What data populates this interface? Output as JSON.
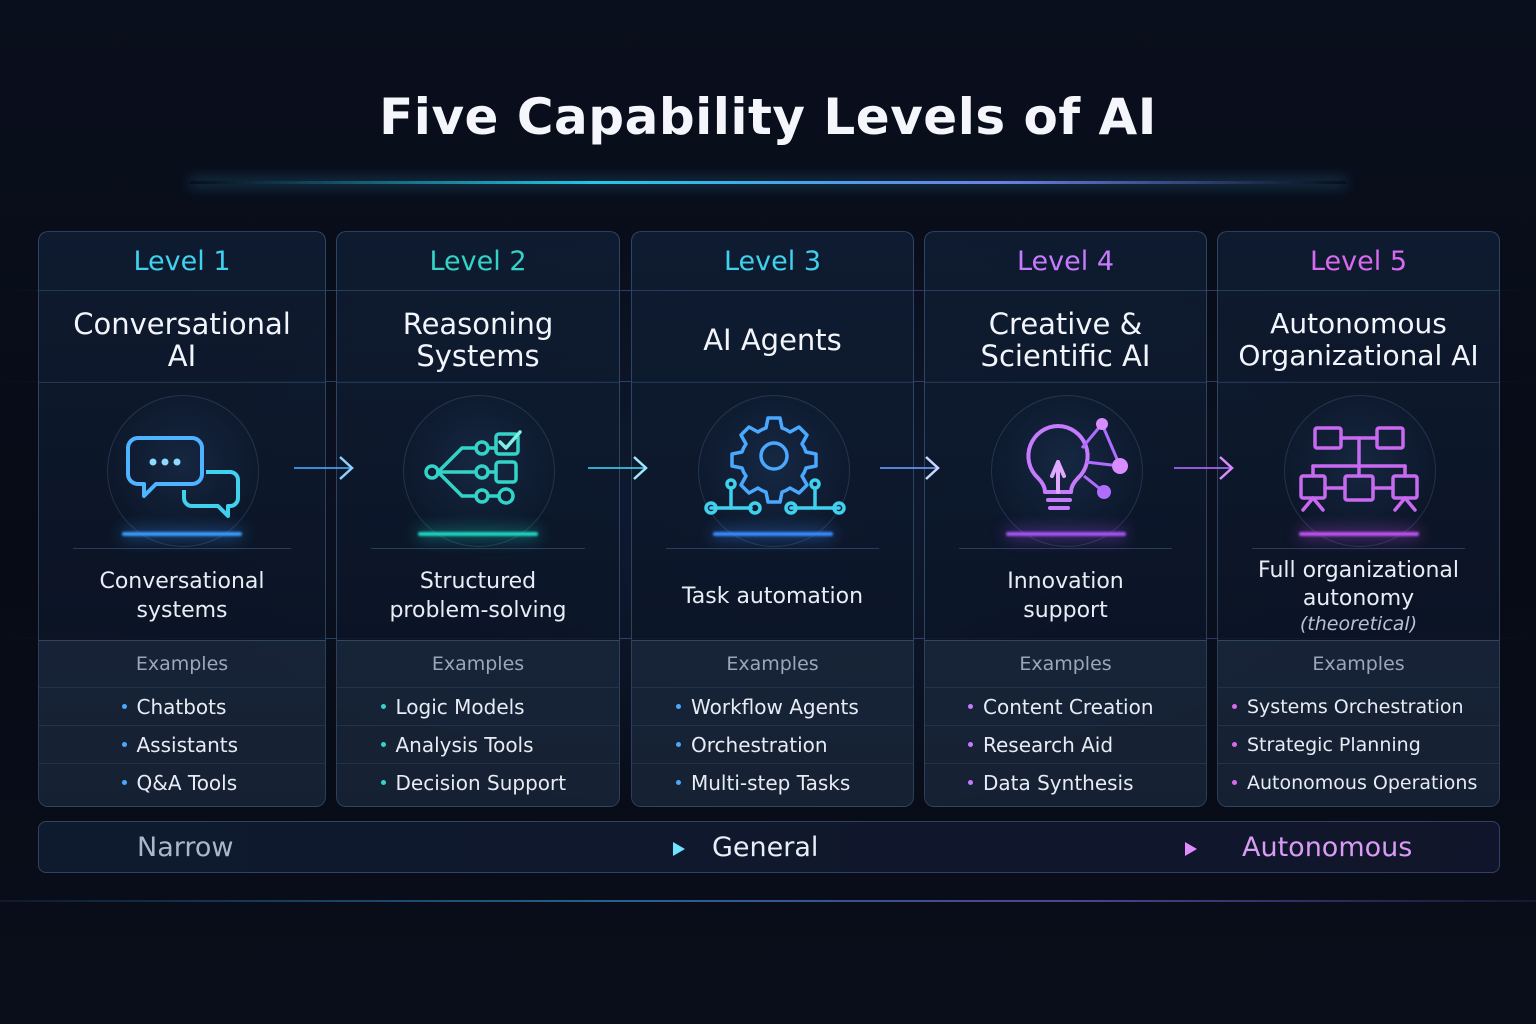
{
  "title": "Five Capability Levels of AI",
  "colors": {
    "cyan": "#3fd1ee",
    "blue": "#4aa8ff",
    "teal": "#34d3c8",
    "violet": "#c67bff",
    "magenta": "#d86af0"
  },
  "levels": [
    {
      "level": "Level 1",
      "name": "Conversational\nAI",
      "icon": "chat-bubbles-icon",
      "description": "Conversational systems",
      "note": "",
      "examples_title": "Examples",
      "examples": [
        "Chatbots",
        "Assistants",
        "Q&A Tools"
      ]
    },
    {
      "level": "Level 2",
      "name": "Reasoning\nSystems",
      "icon": "decision-tree-icon",
      "description": "Structured problem-solving",
      "note": "",
      "examples_title": "Examples",
      "examples": [
        "Logic Models",
        "Analysis Tools",
        "Decision Support"
      ]
    },
    {
      "level": "Level 3",
      "name": "AI Agents",
      "icon": "gear-network-icon",
      "description": "Task automation",
      "note": "",
      "examples_title": "Examples",
      "examples": [
        "Workflow Agents",
        "Orchestration",
        "Multi-step Tasks"
      ]
    },
    {
      "level": "Level 4",
      "name": "Creative &\nScientific AI",
      "icon": "lightbulb-network-icon",
      "description": "Innovation support",
      "note": "",
      "examples_title": "Examples",
      "examples": [
        "Content Creation",
        "Research Aid",
        "Data Synthesis"
      ]
    },
    {
      "level": "Level 5",
      "name": "Autonomous\nOrganizational AI",
      "icon": "org-chart-icon",
      "description": "Full organizational autonomy",
      "note": "(theoretical)",
      "examples_title": "Examples",
      "examples": [
        "Systems Orchestration",
        "Strategic Planning",
        "Autonomous Operations"
      ]
    }
  ],
  "spectrum": {
    "start": "Narrow",
    "middle": "General",
    "end": "Autonomous"
  }
}
